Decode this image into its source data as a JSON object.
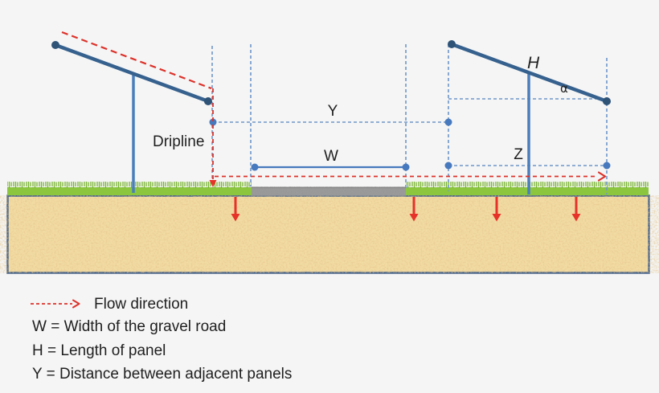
{
  "diagram": {
    "labels": {
      "dripline": "Dripline",
      "y": "Y",
      "w": "W",
      "z": "Z",
      "h": "H",
      "alpha": "α"
    },
    "legend": {
      "flow": "Flow direction",
      "w": "W = Width of the gravel road",
      "h": "H = Length of panel",
      "y": "Y = Distance between adjacent panels"
    },
    "colors": {
      "panel_blue": "#36618E",
      "panel_dot_blue": "#2E5377",
      "post_blue": "#4A7EBB",
      "dash_blue": "#6E96C8",
      "dot_blue": "#4779BE",
      "red": "#DC322A",
      "red_bright": "#E63229",
      "grass_green": "#8CC63E",
      "grass_dark": "#76B32C",
      "road_gray": "#9A9A9A",
      "sand": "#F2DCA4",
      "border_blue": "#42608A",
      "text": "#1F1F1F",
      "background": "#F5F5F5"
    }
  }
}
